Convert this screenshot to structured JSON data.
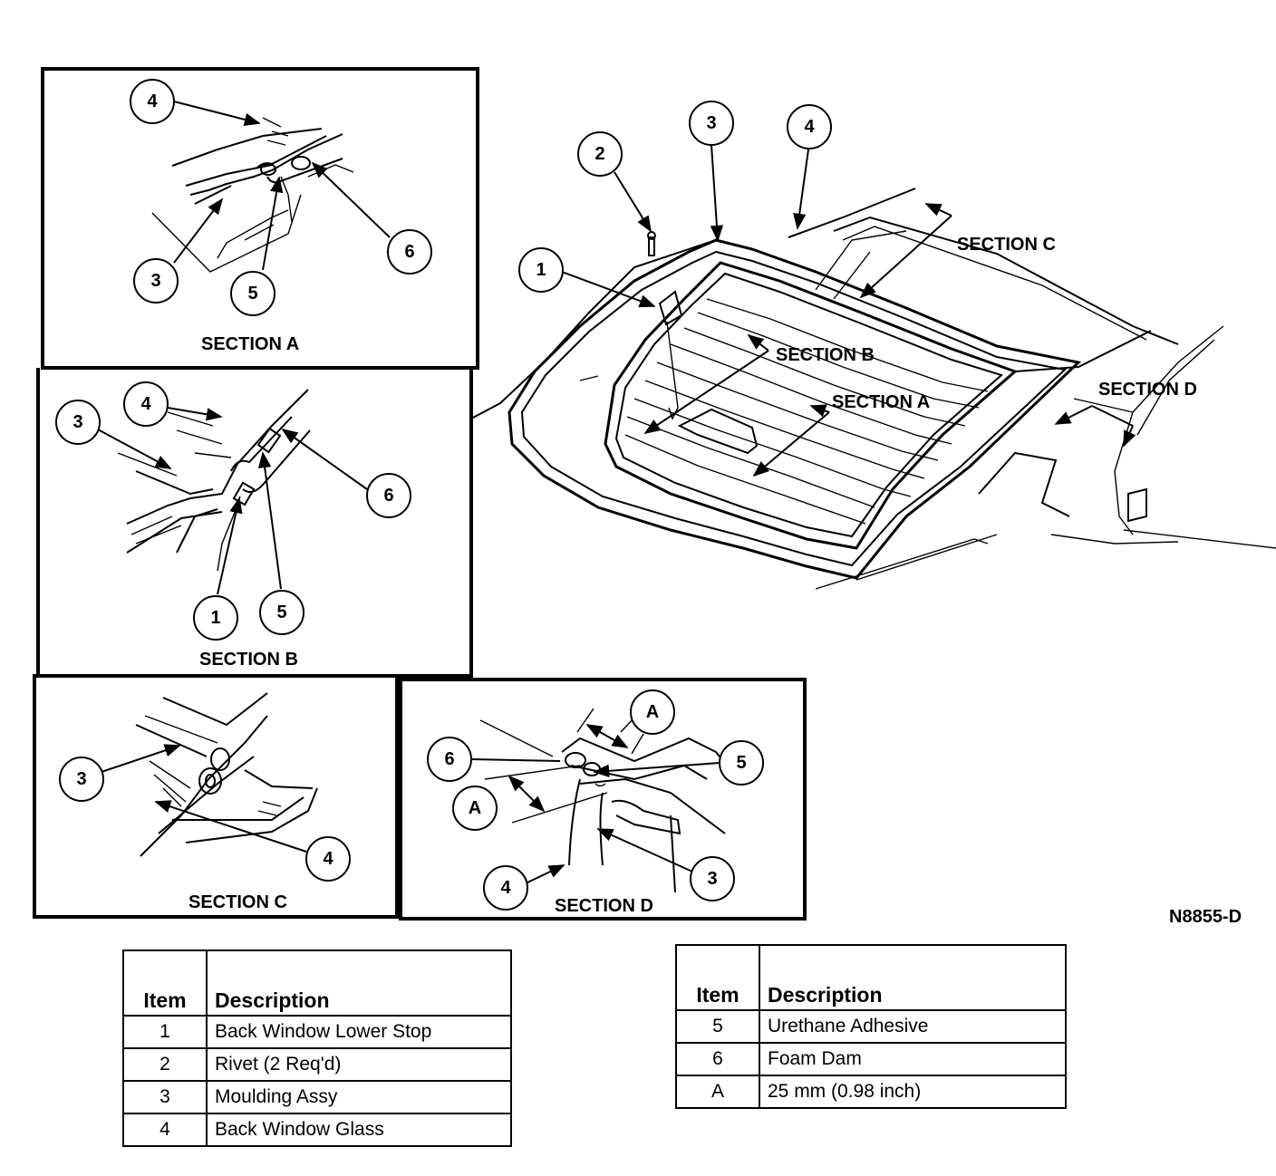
{
  "figure_id": "N8855-D",
  "main_view": {
    "callouts": [
      "1",
      "2",
      "3",
      "4"
    ],
    "section_labels": [
      "SECTION A",
      "SECTION B",
      "SECTION C",
      "SECTION D"
    ]
  },
  "section_a": {
    "title": "SECTION A",
    "callouts": [
      "4",
      "3",
      "5",
      "6"
    ]
  },
  "section_b": {
    "title": "SECTION B",
    "callouts": [
      "4",
      "3",
      "6",
      "1",
      "5"
    ]
  },
  "section_c": {
    "title": "SECTION C",
    "callouts": [
      "3",
      "4"
    ]
  },
  "section_d": {
    "title": "SECTION D",
    "callouts": [
      "A",
      "6",
      "5",
      "A",
      "4",
      "3"
    ]
  },
  "legend_left": {
    "headers": [
      "Item",
      "Description"
    ],
    "rows": [
      {
        "item": "1",
        "description": "Back Window Lower Stop"
      },
      {
        "item": "2",
        "description": "Rivet (2 Req'd)"
      },
      {
        "item": "3",
        "description": "Moulding Assy"
      },
      {
        "item": "4",
        "description": "Back Window Glass"
      }
    ]
  },
  "legend_right": {
    "headers": [
      "Item",
      "Description"
    ],
    "rows": [
      {
        "item": "5",
        "description": "Urethane Adhesive"
      },
      {
        "item": "6",
        "description": "Foam Dam"
      },
      {
        "item": "A",
        "description": "25 mm (0.98 inch)"
      }
    ]
  }
}
